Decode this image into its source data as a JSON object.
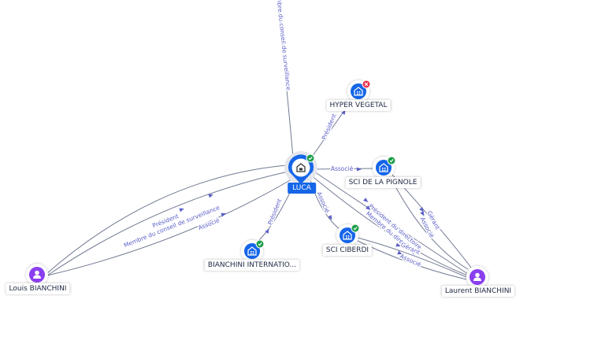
{
  "colors": {
    "company": "#1565e8",
    "person": "#8a3ff0",
    "edge": "#737b95",
    "edge_label": "#5b5fc7",
    "status_active": "#1e9e4a",
    "status_closed": "#e5324b"
  },
  "nodes": [
    {
      "id": "luca",
      "label": "LUCA",
      "type": "company",
      "status": "active",
      "focus": true,
      "icon": "building-icon"
    },
    {
      "id": "hyper",
      "label": "HYPER VEGETAL",
      "type": "company",
      "status": "closed",
      "icon": "building-icon"
    },
    {
      "id": "pignole",
      "label": "SCI DE LA PIGNOLE",
      "type": "company",
      "status": "active",
      "icon": "building-icon"
    },
    {
      "id": "ciberdi",
      "label": "SCI CIBERDI",
      "type": "company",
      "status": "active",
      "icon": "building-icon"
    },
    {
      "id": "bianchini_int",
      "label": "BIANCHINI INTERNATIO...",
      "type": "company",
      "status": "active",
      "icon": "building-icon"
    },
    {
      "id": "louis",
      "label": "Louis BIANCHINI",
      "type": "person",
      "icon": "person-icon"
    },
    {
      "id": "laurent",
      "label": "Laurent BIANCHINI",
      "type": "person",
      "icon": "person-icon"
    }
  ],
  "edges": [
    {
      "id": "e-top",
      "from": "offscreen",
      "to": "luca",
      "label": "Membre du conseil de surveillance"
    },
    {
      "id": "e-hyper",
      "from": "luca",
      "to": "hyper",
      "label": "Président"
    },
    {
      "id": "e-pignole",
      "from": "luca",
      "to": "pignole",
      "label": "Associé"
    },
    {
      "id": "e-ciberdi",
      "from": "luca",
      "to": "ciberdi",
      "label": "Associé"
    },
    {
      "id": "e-bint",
      "from": "luca",
      "to": "bianchini_int",
      "label": "Président"
    },
    {
      "id": "e-louis-1",
      "from": "louis",
      "to": "luca",
      "label": "Président"
    },
    {
      "id": "e-louis-2",
      "from": "louis",
      "to": "luca",
      "label": "Membre du conseil de surveillance"
    },
    {
      "id": "e-louis-3",
      "from": "louis",
      "to": "luca",
      "label": "Associé"
    },
    {
      "id": "e-laurent-pig-1",
      "from": "laurent",
      "to": "pignole",
      "label": "Gérant"
    },
    {
      "id": "e-laurent-pig-2",
      "from": "laurent",
      "to": "pignole",
      "label": "Associé"
    },
    {
      "id": "e-laurent-luca-1",
      "from": "laurent",
      "to": "luca",
      "label": "Président du directoire"
    },
    {
      "id": "e-laurent-luca-2",
      "from": "laurent",
      "to": "luca",
      "label": "Membre du directoire"
    },
    {
      "id": "e-laurent-cib-1",
      "from": "laurent",
      "to": "ciberdi",
      "label": "Gérant"
    },
    {
      "id": "e-laurent-cib-2",
      "from": "laurent",
      "to": "ciberdi",
      "label": "Associé"
    }
  ]
}
